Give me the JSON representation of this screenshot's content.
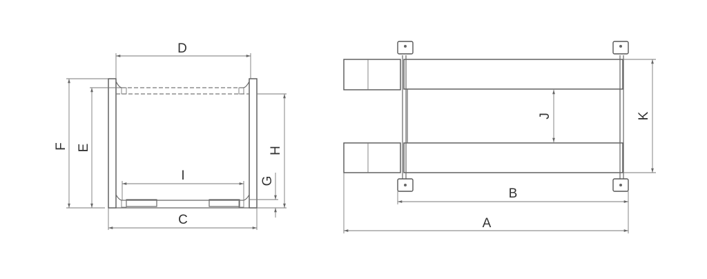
{
  "diagram": {
    "colors": {
      "line": "#666666",
      "text": "#333333",
      "background": "#ffffff"
    },
    "front_view": {
      "labels": {
        "D": "D",
        "F": "F",
        "E": "E",
        "H": "H",
        "I": "I",
        "G": "G",
        "C": "C"
      }
    },
    "top_view": {
      "labels": {
        "A": "A",
        "B": "B",
        "J": "J",
        "K": "K"
      }
    }
  }
}
